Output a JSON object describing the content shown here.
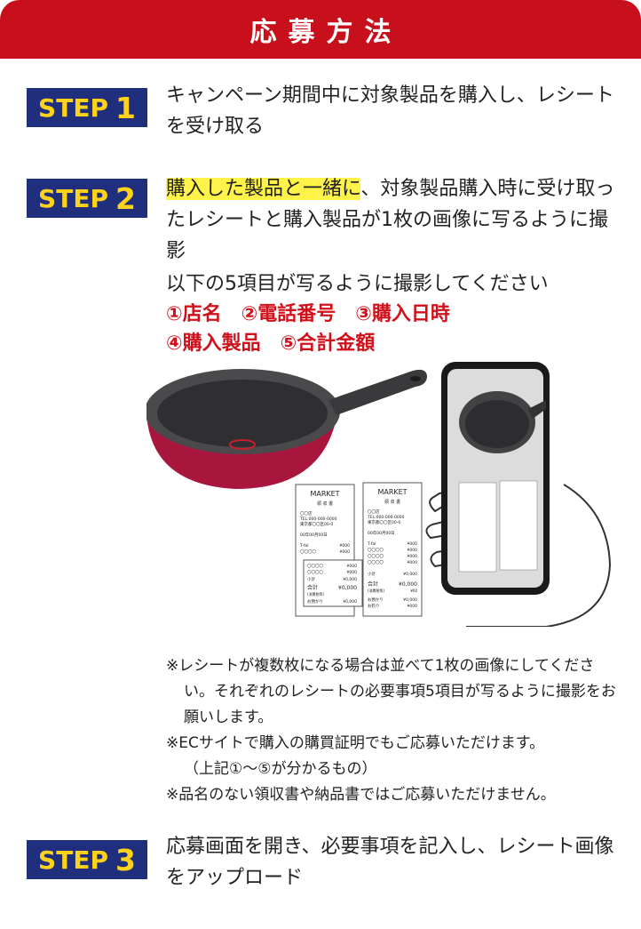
{
  "header": {
    "title": "応募方法"
  },
  "steps": [
    {
      "badge_word": "STEP",
      "badge_num": "1",
      "text": "キャンペーン期間中に対象製品を購入し、レシートを受け取る"
    },
    {
      "badge_word": "STEP",
      "badge_num": "2",
      "text_highlight": "購入した製品と一緒に",
      "text_rest": "、対象製品購入時に受け取ったレシートと購入製品が1枚の画像に写るように撮影",
      "text_sub": "以下の5項目が写るように撮影してください",
      "items_row1": [
        "①店名",
        "②電話番号",
        "③購入日時"
      ],
      "items_row2": [
        "④購入製品",
        "⑤合計金額"
      ]
    },
    {
      "badge_word": "STEP",
      "badge_num": "3",
      "text": "応募画面を開き、必要事項を記入し、レシート画像をアップロード"
    }
  ],
  "notes": [
    {
      "main": "※レシートが複数枚になる場合は並べて1枚の画像にしてください。それぞれのレシートの必要事項5項目が写るように撮影をお願いします。"
    },
    {
      "main": "※ECサイトで購入の購買証明でもご応募いただけます。",
      "sub": "（上記①〜⑤が分かるもの）"
    },
    {
      "main": "※品名のない領収書や納品書ではご応募いただけません。"
    }
  ],
  "receipt": {
    "store": "MARKET",
    "title": "領 収 書",
    "shop": "〇〇店",
    "tel": "TEL:000-000-0000",
    "address": "東京都〇〇区00-0",
    "date": "00年00月00日",
    "lines": [
      {
        "label": "T-fal",
        "price": "¥000"
      },
      {
        "label": "〇〇〇〇",
        "price": "¥000"
      },
      {
        "label": "〇〇〇〇",
        "price": "¥000"
      },
      {
        "label": "〇〇〇〇",
        "price": "¥000"
      }
    ],
    "subtotal_label": "小計",
    "subtotal": "¥0,000",
    "total_label": "合計",
    "total": "¥0,000",
    "tax_label": "(消費税等)",
    "tax": "¥00",
    "paid_label": "お預かり",
    "paid": "¥0,000",
    "change_label": "お釣り",
    "change": "¥000"
  },
  "colors": {
    "header": "#c8101d",
    "badge_bg": "#1f2f7e",
    "badge_text": "#ffd21a",
    "highlight": "#fff34a",
    "items": "#d0101a"
  },
  "icons": [
    "frying-pan-illustration",
    "receipt-illustration",
    "smartphone-in-hand-illustration"
  ]
}
